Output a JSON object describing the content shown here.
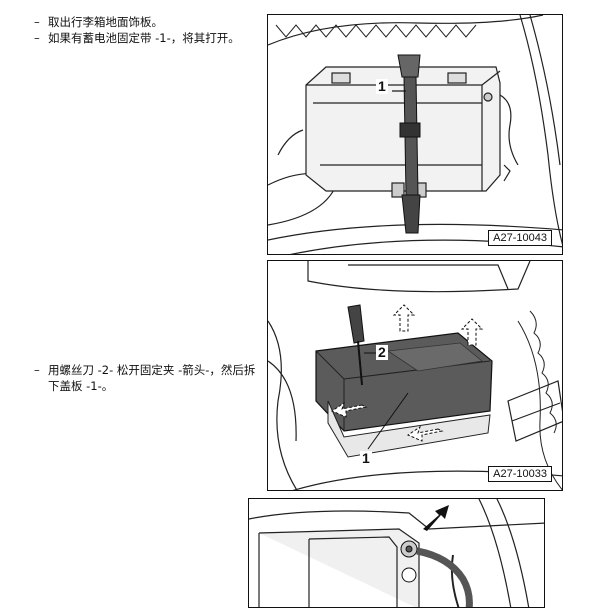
{
  "steps_top": [
    {
      "bullet": "–",
      "text": "取出行李箱地面饰板。"
    },
    {
      "bullet": "–",
      "text": "如果有蓄电池固定带 -1-，将其打开。"
    }
  ],
  "steps_middle": [
    {
      "bullet": "–",
      "text": "用螺丝刀 -2- 松开固定夹 -箭头-，然后拆下盖板 -1-。"
    }
  ],
  "figures": [
    {
      "code": "A27-10043",
      "callouts": [
        "1"
      ]
    },
    {
      "code": "A27-10033",
      "callouts": [
        "2",
        "1"
      ]
    },
    {
      "code": "",
      "callouts": []
    }
  ]
}
